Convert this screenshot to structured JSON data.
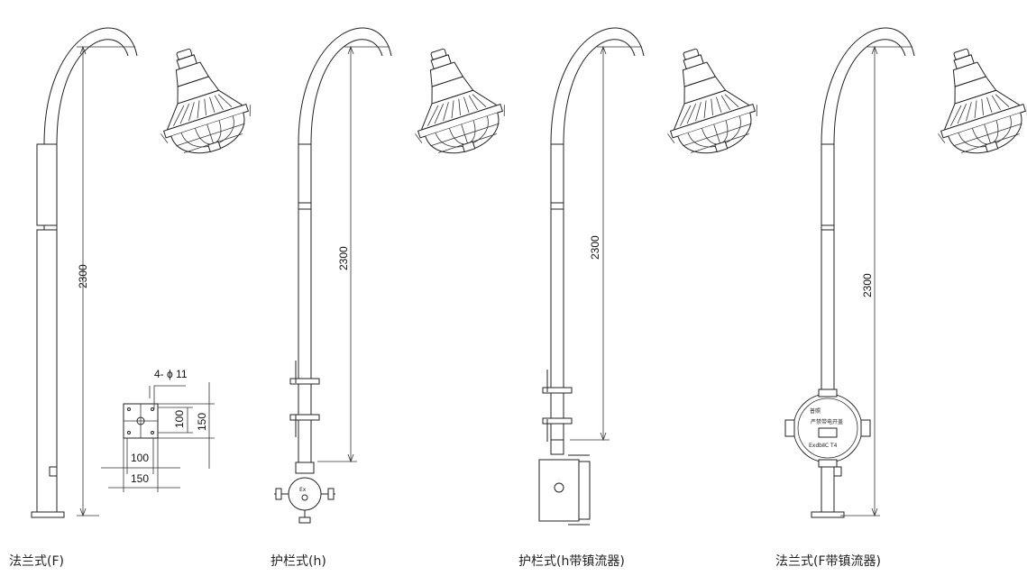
{
  "variants": [
    {
      "caption": "法兰式(F)",
      "height_label": "2300"
    },
    {
      "caption": "护栏式(h)",
      "height_label": "2300"
    },
    {
      "caption": "护栏式(h带镇流器)",
      "height_label": "2300"
    },
    {
      "caption": "法兰式(F带镇流器)",
      "height_label": "2300"
    }
  ],
  "flange_detail": {
    "hole_label": "4- ϕ 11",
    "inner_width": "100",
    "outer_width": "150",
    "inner_height": "100",
    "outer_height": "150"
  },
  "ballast_box": {
    "brand": "普照",
    "title": "严禁带电开盖",
    "marking": "ExdbⅡC T4"
  },
  "junction_box_label": "Ex"
}
